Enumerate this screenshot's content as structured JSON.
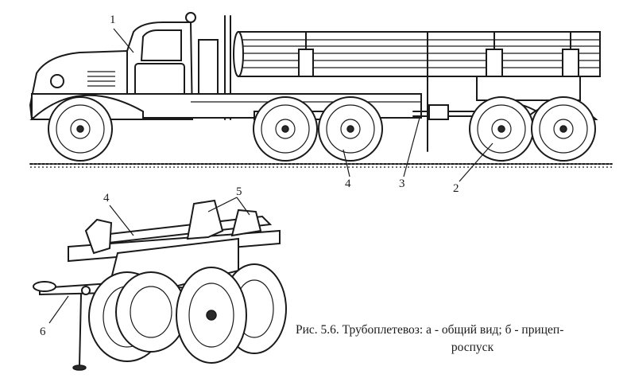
{
  "figure": {
    "caption_line1": "Рис. 5.6. Трубоплетевоз: а - общий вид; б - прицеп-",
    "caption_line2": "роспуск"
  },
  "labels": {
    "l1": "1",
    "l2": "2",
    "l3": "3",
    "l4_top": "4",
    "l4_bottom": "4",
    "l5": "5",
    "l6": "6"
  }
}
